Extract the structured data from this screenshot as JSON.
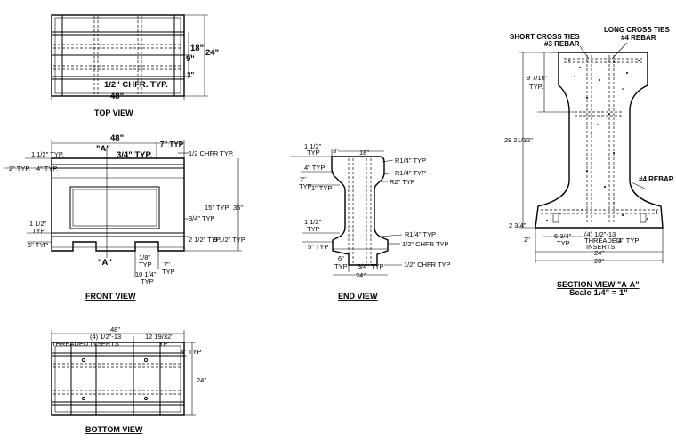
{
  "views": {
    "top": {
      "title": "TOP VIEW",
      "dims": {
        "width": "48\"",
        "height_outer": "24\"",
        "height_inner": "18\"",
        "nine": "9\"",
        "three": "3\"",
        "chamfer": "1/2\" CHFR. TYP."
      }
    },
    "front": {
      "title": "FRONT VIEW",
      "dims": {
        "width": "48\"",
        "section_mark_top": "\"A\"",
        "section_mark_bottom": "\"A\"",
        "three_quarter_typ": "3/4\" TYP.",
        "seven_typ": "7\" TYP",
        "half_chfr": "1/2 CHFR TYP.",
        "one_half_typ": "1 1/2\" TYP.",
        "two_typ": "2\" TYP.",
        "four_typ": "4\" TYP.",
        "fifteen_typ": "15\" TYP",
        "thirtyfive": "35\"",
        "three_quarter_typ_right": "3/4\" TYP",
        "one_half_left": "1 1/2\"",
        "typ_left": "TYP",
        "five_typ": "5\" TYP",
        "two_half_typ": "2 1/2\" TYP",
        "nine_half_typ": "9 1/2\" TYP",
        "eighth": "1/8\"",
        "seven": "7\"",
        "ten_quarter": "10 1/4\"",
        "typ_a": "TYP",
        "typ_b": "TYP"
      }
    },
    "end": {
      "title": "END VIEW",
      "dims": {
        "one_half_top": "1 1/2\"",
        "typ_top": "TYP",
        "three": "3\"",
        "eighteen": "18\"",
        "four_typ": "4\" TYP",
        "r_quarter_a": "R1/4\" TYP",
        "r_quarter_b": "R1/4\" TYP",
        "r_two": "R2\" TYP",
        "two": "2\"",
        "typ_2": "TYP",
        "one_typ": "1\" TYP",
        "one_half_mid": "1 1/2\"",
        "typ_mid": "TYP",
        "r_quarter_c": "R1/4\" TYP",
        "five_typ": "5\" TYP",
        "half_chfr_a": "1/2\" CHFR TYP",
        "six": "6\"",
        "typ_6": "TYP",
        "three_quarter_typ": "3/4\" TYP",
        "half_chfr_b": "1/2\" CHFR TYP",
        "twentyfour": "24\""
      }
    },
    "section": {
      "title": "SECTION VIEW \"A-A\"",
      "scale": "Scale 1/4\" = 1\"",
      "dims": {
        "long_ties_1": "LONG CROSS TIES",
        "long_ties_2": "#4 REBAR",
        "short_ties_1": "SHORT CROSS TIES",
        "short_ties_2": "#3 REBAR",
        "nine_sixteen": "9 7/16\"",
        "typ_a": "TYP.",
        "height": "29 21/32\"",
        "rebar": "#4 REBAR",
        "two_three_quarter": "2 3/4\"",
        "two": "2\"",
        "six_three_quarter": "6 3/4\"",
        "typ_b": "TYP",
        "inserts_1": "(4) 1/2\"-13",
        "inserts_2": "THREADED",
        "inserts_3": "INSERTS",
        "four_typ": "4\" TYP",
        "twentyfour": "24\"",
        "twenty": "20\""
      }
    },
    "bottom": {
      "title": "BOTTOM VIEW",
      "dims": {
        "width": "48\"",
        "inserts_1": "(4) 1/2\"-13",
        "inserts_2": "THREADED INSERTS",
        "twelve": "12 19/32\"",
        "typ_a": "TYP",
        "four_typ": "4\" TYP",
        "twentyfour": "24\""
      }
    }
  }
}
